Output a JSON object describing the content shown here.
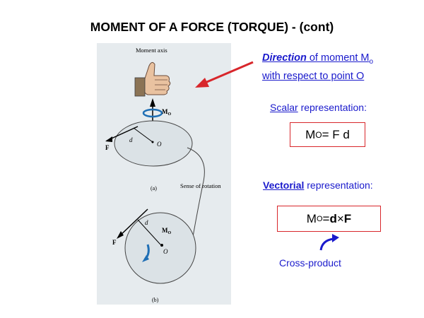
{
  "title": "MOMENT OF A FORCE (TORQUE) - (cont)",
  "direction": {
    "emph": "Direction",
    "rest": " of moment M",
    "sub": "o",
    "line2": "with respect to point O"
  },
  "scalar": {
    "label_u": "Scalar",
    "label_rest": " representation:",
    "eq_M": "M",
    "eq_sub": "O",
    "eq_rest": " = F d"
  },
  "vector": {
    "label_u": "Vectorial",
    "label_rest": " representation:",
    "eq_M": "M",
    "eq_sub": "O",
    "eq_eq": " = ",
    "eq_d": "d",
    "eq_x": "×",
    "eq_F": "F"
  },
  "cross_product": "Cross-product",
  "figure": {
    "moment_axis": "Moment axis",
    "MO": "M",
    "MO_sub": "O",
    "d": "d",
    "F": "F",
    "O": "O",
    "a": "(a)",
    "sense": "Sense of rotation",
    "b": "(b)",
    "MO2": "M",
    "MO2_sub": "O",
    "d2": "d",
    "F2": "F",
    "O2": "O"
  },
  "colors": {
    "text_blue": "#1a1acc",
    "red": "#d8262b",
    "accent_blue": "#1f6fb5"
  }
}
